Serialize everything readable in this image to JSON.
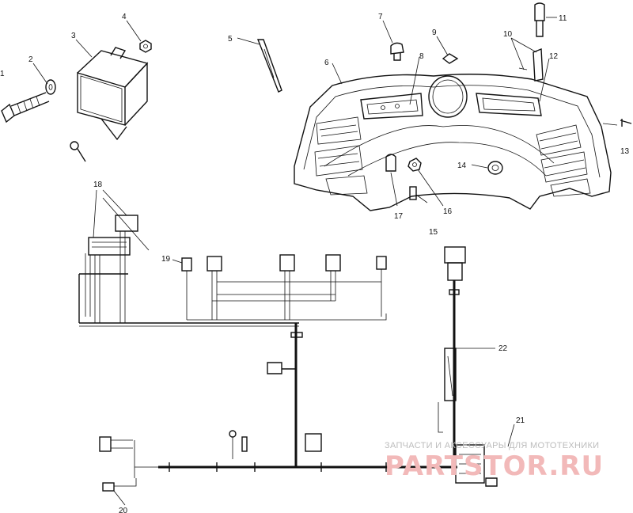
{
  "diagram": {
    "callouts": [
      "1",
      "2",
      "3",
      "4",
      "5",
      "6",
      "7",
      "8",
      "9",
      "10",
      "11",
      "12",
      "13",
      "14",
      "15",
      "16",
      "17",
      "18",
      "19",
      "20",
      "21",
      "22"
    ],
    "watermark": {
      "line1": "ЗАПЧАСТИ И АКСЕССУАРЫ ДЛЯ МОТОТЕХНИКИ",
      "line2": "PARTSTOR.RU"
    }
  }
}
